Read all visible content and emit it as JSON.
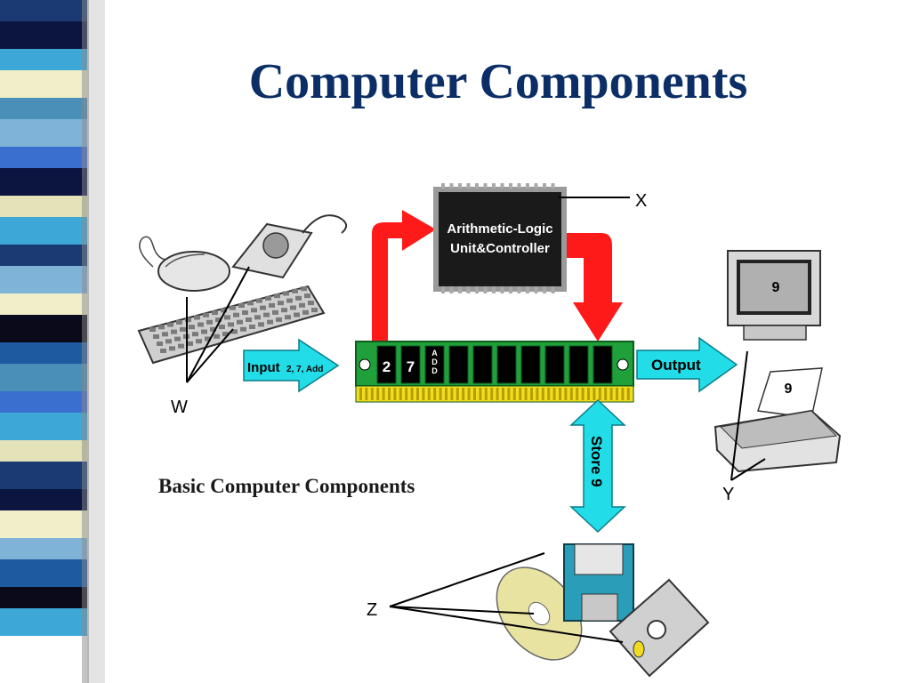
{
  "slide": {
    "title": "Computer Components",
    "caption": "Basic Computer Components"
  },
  "diagram": {
    "alu_line1": "Arithmetic-Logic",
    "alu_line2": "Unit&Controller",
    "memory_cells": [
      "2",
      "7",
      "ADD",
      "",
      "",
      "",
      "",
      "",
      "",
      ""
    ],
    "input_label": "Input",
    "input_values": "2, 7, Add",
    "output_label": "Output",
    "store_label": "Store 9",
    "monitor_value": "9",
    "printer_value": "9",
    "labels": {
      "w": "W",
      "x": "X",
      "y": "Y",
      "z": "Z"
    }
  },
  "colors": {
    "title": "#0b2e66",
    "arrow_red": "#ff1a1a",
    "arrow_cyan": "#22dde8",
    "board_green": "#1fa03a",
    "pins_yellow": "#f2dc22",
    "sidebar_stripes": [
      "#1b3a73",
      "#4a8fb8",
      "#3da8d8",
      "#f1efc9",
      "#0c1540",
      "#7fb4d8",
      "#3a6fd0",
      "#1e5aa0",
      "#e3e2b8",
      "#0a0a1a"
    ]
  },
  "icons": [
    "mouse-icon",
    "trackball-icon",
    "keyboard-icon",
    "chip-icon",
    "monitor-icon",
    "printer-icon",
    "cd-icon",
    "floppy-icon",
    "zip-disk-icon"
  ]
}
